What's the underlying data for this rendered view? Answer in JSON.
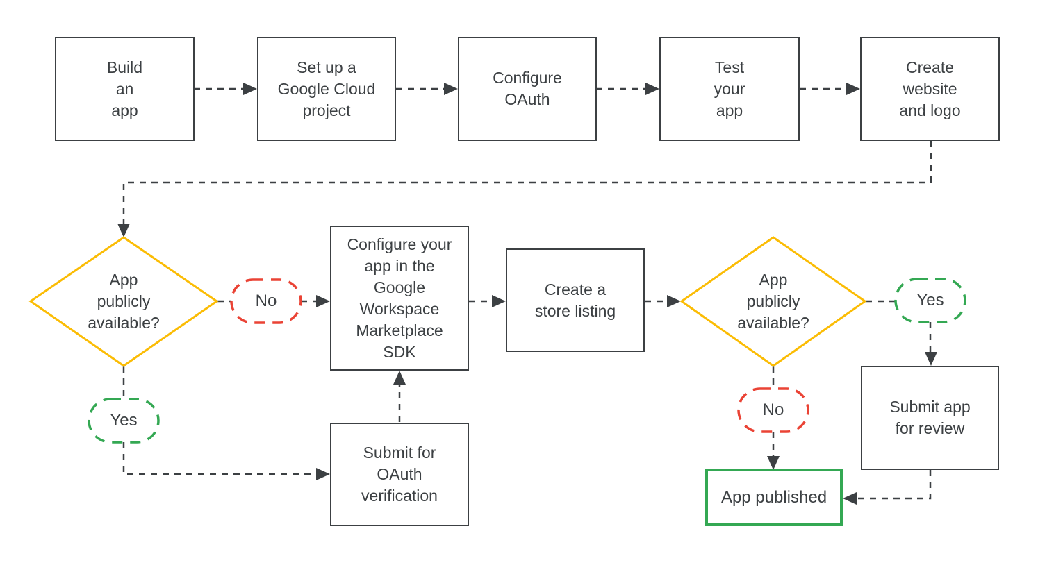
{
  "diagram": {
    "type": "flowchart",
    "palette": {
      "outline": "#3c4043",
      "text": "#3c4043",
      "decision_yellow": "#fbbc04",
      "no_red": "#ea4335",
      "yes_green": "#34a853",
      "published_green": "#34a853",
      "background": "#ffffff"
    },
    "nodes": {
      "build_app": {
        "label": "Build\nan\napp"
      },
      "setup_project": {
        "label": "Set up a\nGoogle Cloud\nproject"
      },
      "configure_oauth": {
        "label": "Configure\nOAuth"
      },
      "test_app": {
        "label": "Test\nyour\napp"
      },
      "create_website": {
        "label": "Create\nwebsite\nand logo"
      },
      "decision_public_1": {
        "label": "App\npublicly\navailable?"
      },
      "no_1": {
        "label": "No"
      },
      "yes_1": {
        "label": "Yes"
      },
      "configure_sdk": {
        "label": "Configure your\napp in the\nGoogle\nWorkspace\nMarketplace\nSDK"
      },
      "submit_oauth": {
        "label": "Submit for\nOAuth\nverification"
      },
      "store_listing": {
        "label": "Create a\nstore listing"
      },
      "decision_public_2": {
        "label": "App\npublicly\navailable?"
      },
      "yes_2": {
        "label": "Yes"
      },
      "no_2": {
        "label": "No"
      },
      "submit_review": {
        "label": "Submit app\nfor review"
      },
      "app_published": {
        "label": "App published"
      }
    }
  }
}
